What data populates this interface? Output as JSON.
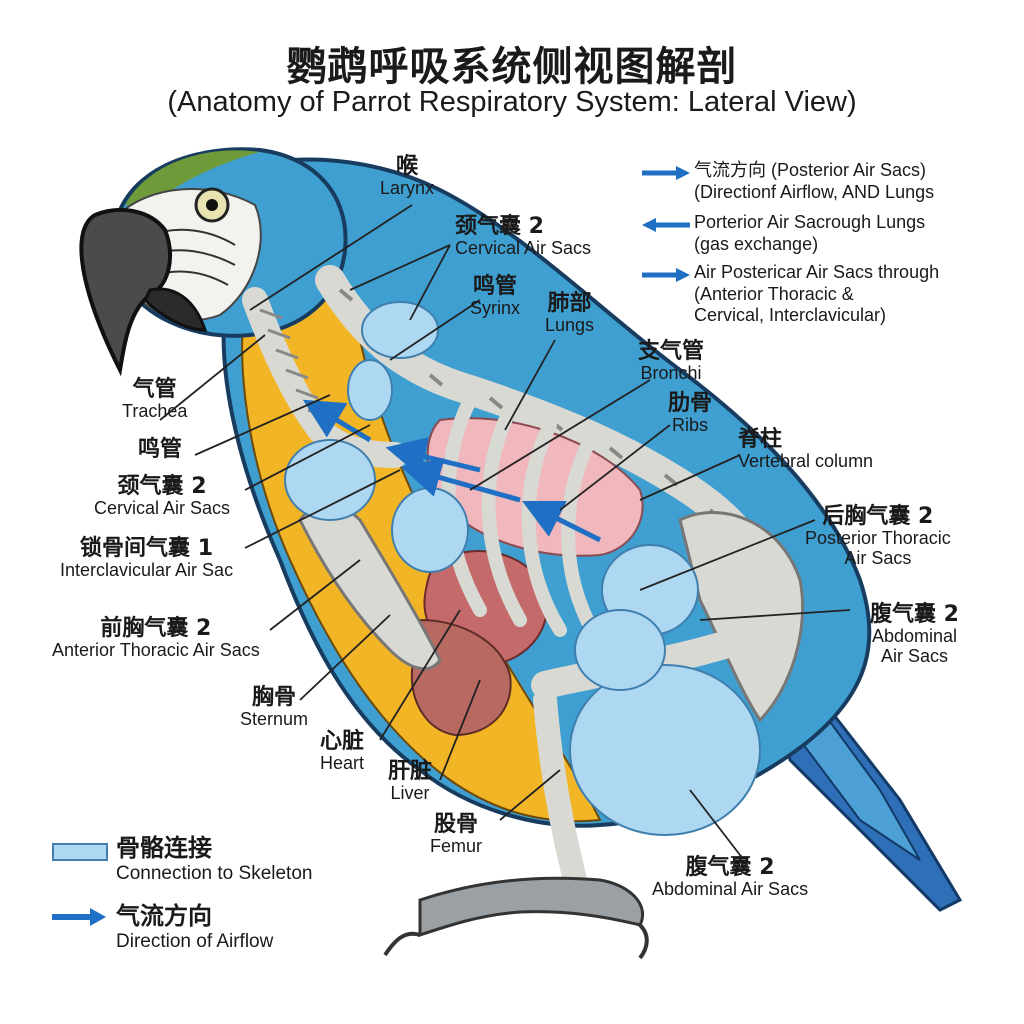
{
  "title": {
    "zh": "鹦鹉呼吸系统侧视图解剖",
    "en": "(Anatomy of Parrot Respiratory System: Lateral View)"
  },
  "airflow_notes": [
    {
      "line1": "气流方向 (Posterior Air Sacs)",
      "line2": "(Directionf Airflow, AND Lungs",
      "arrow": "right"
    },
    {
      "line1": "Porterior Air Sacrough Lungs",
      "line2": "(gas exchange)",
      "arrow": "left"
    },
    {
      "line1": "Air Postericar Air Sacs through",
      "line2": "(Anterior Thoracic &",
      "line3": "Cervical, Interclavicular)",
      "arrow": "right"
    }
  ],
  "labels": {
    "larynx": {
      "zh": "喉",
      "en": "Larynx"
    },
    "cervical_top": {
      "zh": "颈气囊 2",
      "en": "Cervical Air Sacs"
    },
    "syrinx_top": {
      "zh": "鸣管",
      "en": "Syrinx"
    },
    "lungs": {
      "zh": "肺部",
      "en": "Lungs"
    },
    "bronchi": {
      "zh": "支气管",
      "en": "Bronchi"
    },
    "ribs": {
      "zh": "肋骨",
      "en": "Ribs"
    },
    "vertebral": {
      "zh": "脊柱",
      "en": "Vertebral column"
    },
    "posterior_thoracic": {
      "zh": "后胸气囊 2",
      "en1": "Posterior Thoracic",
      "en2": "Air Sacs"
    },
    "abdominal_right": {
      "zh": "腹气囊 2",
      "en1": "Abdominal",
      "en2": "Air Sacs"
    },
    "trachea": {
      "zh": "气管",
      "en": "Trachea"
    },
    "syrinx_left": {
      "zh": "鸣管"
    },
    "cervical_left": {
      "zh": "颈气囊 2",
      "en": "Cervical Air Sacs"
    },
    "interclavicular": {
      "zh": "锁骨间气囊 1",
      "en": "Interclavicular Air Sac"
    },
    "anterior_thoracic": {
      "zh": "前胸气囊 2",
      "en": "Anterior Thoracic Air Sacs"
    },
    "sternum": {
      "zh": "胸骨",
      "en": "Sternum"
    },
    "heart": {
      "zh": "心脏",
      "en": "Heart"
    },
    "liver": {
      "zh": "肝脏",
      "en": "Liver"
    },
    "femur": {
      "zh": "股骨",
      "en": "Femur"
    },
    "abdominal_bottom": {
      "zh": "腹气囊 2",
      "en": "Abdominal Air Sacs"
    }
  },
  "legend": [
    {
      "zh": "骨骼连接",
      "en": "Connection to Skeleton",
      "swatch": "air-sac-swatch"
    },
    {
      "zh": "气流方向",
      "en": "Direction of Airflow",
      "swatch": "airflow-arrow-icon"
    }
  ],
  "colors": {
    "air_sac": "#aed8f2",
    "airflow_arrow": "#1f6fc4",
    "bone": "#d9d9d4",
    "parrot_blue": "#3f9fd0",
    "parrot_yellow": "#f2b526",
    "parrot_green": "#6f9a3a",
    "lung": "#f0b7bd",
    "heart": "#c56a6a",
    "liver": "#b86a62"
  }
}
